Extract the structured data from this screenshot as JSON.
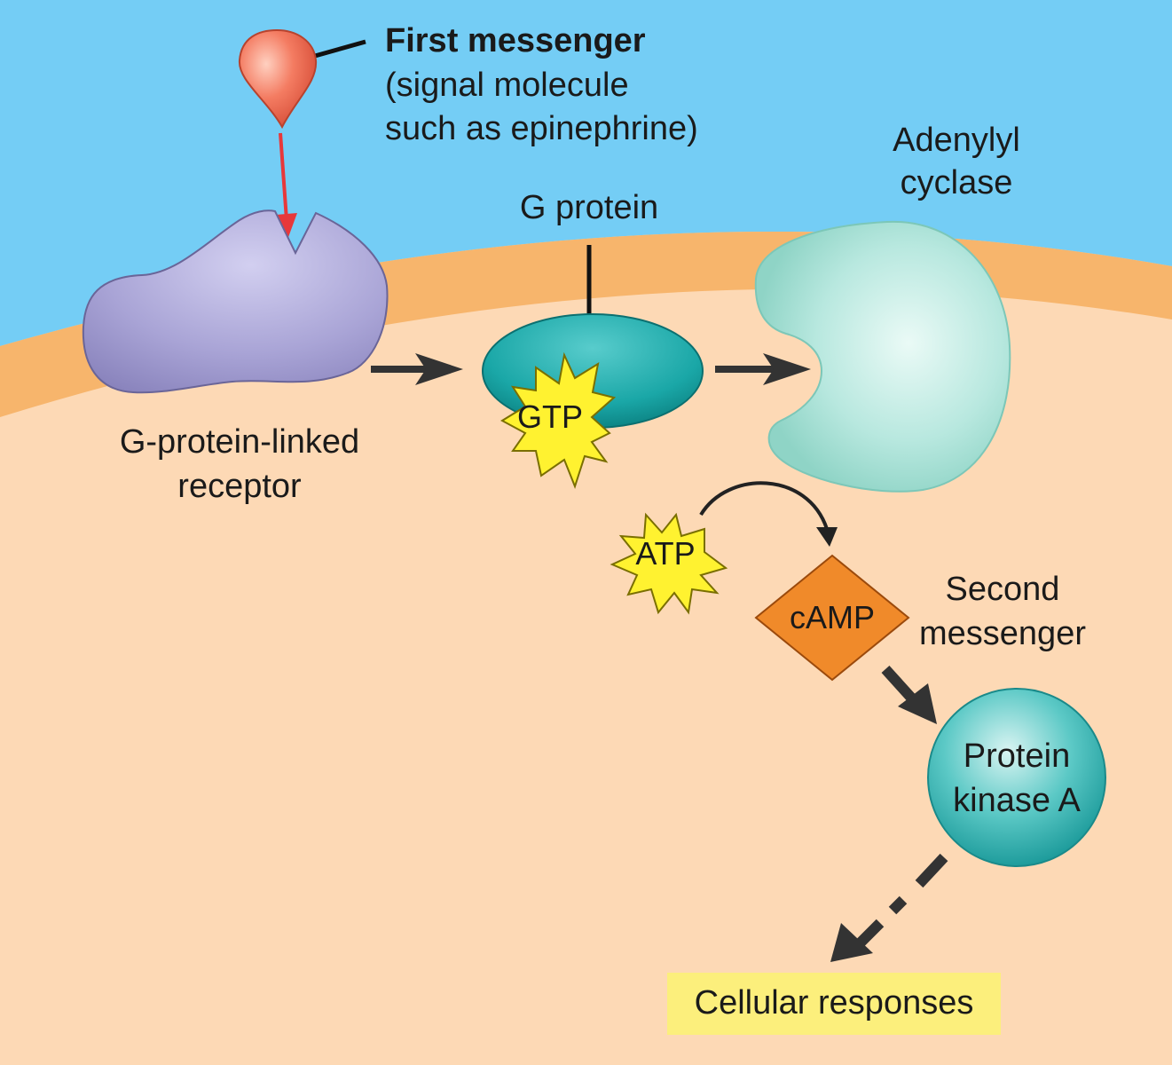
{
  "first_messenger": {
    "title": "First messenger",
    "line1": "(signal molecule",
    "line2": "such as epinephrine)"
  },
  "adenylyl_cyclase": {
    "line1": "Adenylyl",
    "line2": "cyclase"
  },
  "g_protein": {
    "label": "G protein",
    "gtp": "GTP"
  },
  "receptor": {
    "line1": "G-protein-linked",
    "line2": "receptor"
  },
  "atp": "ATP",
  "camp": "cAMP",
  "second_messenger": {
    "line1": "Second",
    "line2": "messenger"
  },
  "protein_kinase_a": {
    "line1": "Protein",
    "line2": "kinase A"
  },
  "cellular_responses": "Cellular responses",
  "colors": {
    "extracellular": "#74cdf5",
    "membrane": "#f7b56c",
    "cytoplasm": "#fdd9b5",
    "receptor": "#a9a4d6",
    "g_protein": "#1aa7a7",
    "adenylyl_cyclase": "#a7e1d6",
    "starburst": "#fff230",
    "camp": "#f08a2a",
    "response_box": "#fcef7c",
    "signal_arrow": "#e8383a"
  }
}
